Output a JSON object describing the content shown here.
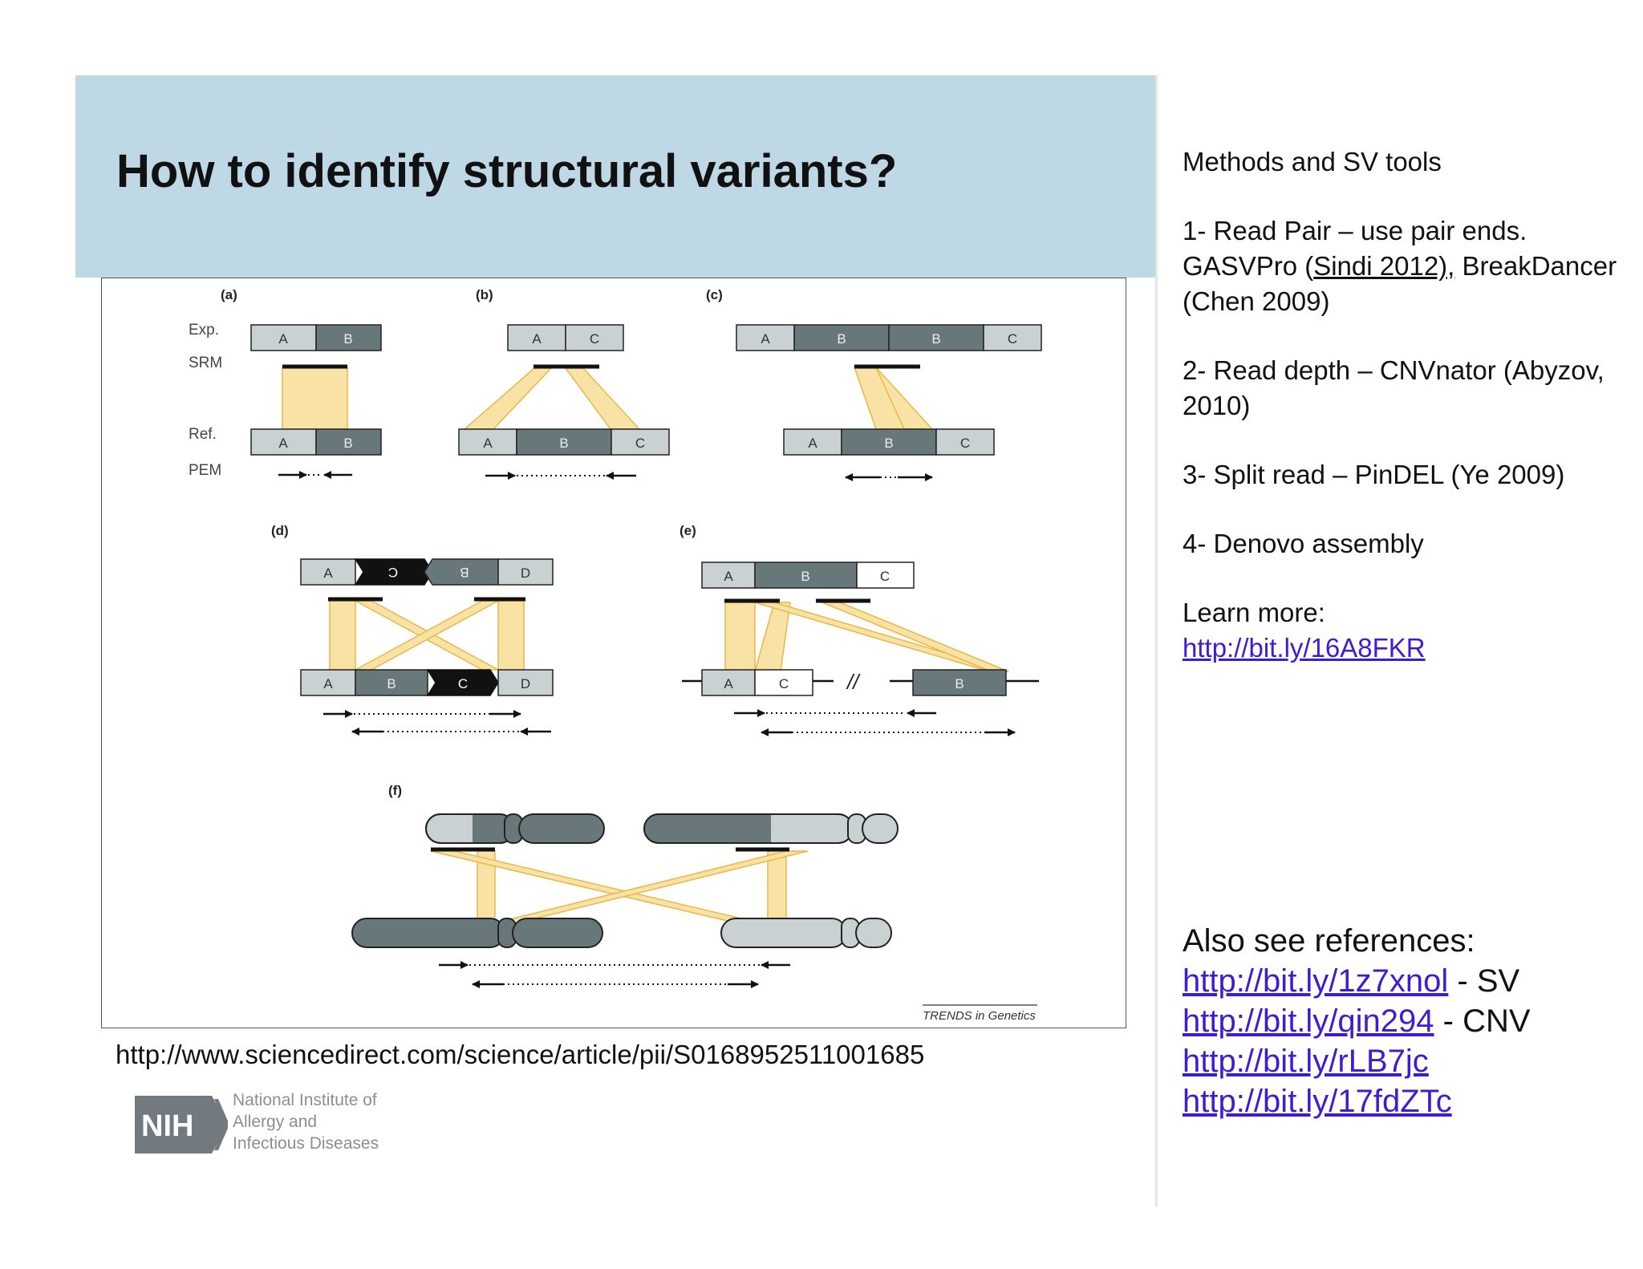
{
  "slide": {
    "title": "How to identify structural variants?",
    "source_url": "http://www.sciencedirect.com/science/article/pii/S0168952511001685"
  },
  "figure": {
    "panels": [
      "(a)",
      "(b)",
      "(c)",
      "(d)",
      "(e)",
      "(f)"
    ],
    "row_labels": {
      "exp": "Exp.",
      "srm": "SRM",
      "ref": "Ref.",
      "pem": "PEM"
    },
    "segments": {
      "a": "A",
      "b": "B",
      "c": "C",
      "d": "D"
    },
    "break_mark": "//",
    "credit": "TRENDS in Genetics",
    "colors": {
      "light_segment": "#c9d1d3",
      "dark_segment": "#67777a",
      "black_segment": "#111111",
      "mapping_fill": "#f8e2a6",
      "mapping_stroke": "#e8b84a"
    }
  },
  "logo": {
    "abbr": "NIH",
    "name": "National Institute of\nAllergy and\nInfectious Diseases"
  },
  "sidebar": {
    "heading": "Methods and SV tools",
    "m1_prefix": "1- Read Pair – use pair ends. GASVPro (",
    "m1_ref": "Sindi 2012),",
    "m1_suffix": " BreakDancer (Chen 2009)",
    "m2": "2- Read depth – CNVnator (Abyzov, 2010)",
    "m3": "3- Split read – PinDEL (Ye 2009)",
    "m4": "4- Denovo assembly",
    "learn_more_label": "Learn more:",
    "learn_more_link": "http://bit.ly/16A8FKR"
  },
  "references": {
    "heading": "Also see references:",
    "links": [
      {
        "url": "http://bit.ly/1z7xnol",
        "note": " - SV"
      },
      {
        "url": "http://bit.ly/qin294",
        "note": " - CNV"
      },
      {
        "url": "http://bit.ly/rLB7jc",
        "note": ""
      },
      {
        "url": "http://bit.ly/17fdZTc",
        "note": ""
      }
    ]
  },
  "colors": {
    "title_band": "#bed8e6",
    "link": "#3b1ed3"
  }
}
